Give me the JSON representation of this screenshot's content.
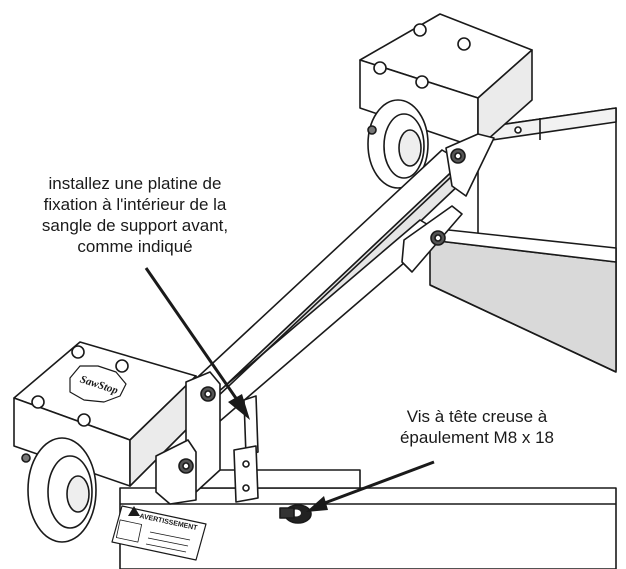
{
  "callouts": {
    "mounting_plate": [
      "installez une platine de",
      "fixation à l'intérieur de la",
      "sangle de support avant,",
      "comme indiqué"
    ],
    "screw": [
      "Vis à tête creuse à",
      "épaulement M8 x 18"
    ]
  },
  "labels": {
    "logo": "SawStop",
    "warning_title": "AVERTISSEMENT"
  },
  "colors": {
    "line": "#1a1a1a",
    "fill": "#ffffff",
    "shade": "#d9d9d9",
    "screw": "#222222"
  }
}
